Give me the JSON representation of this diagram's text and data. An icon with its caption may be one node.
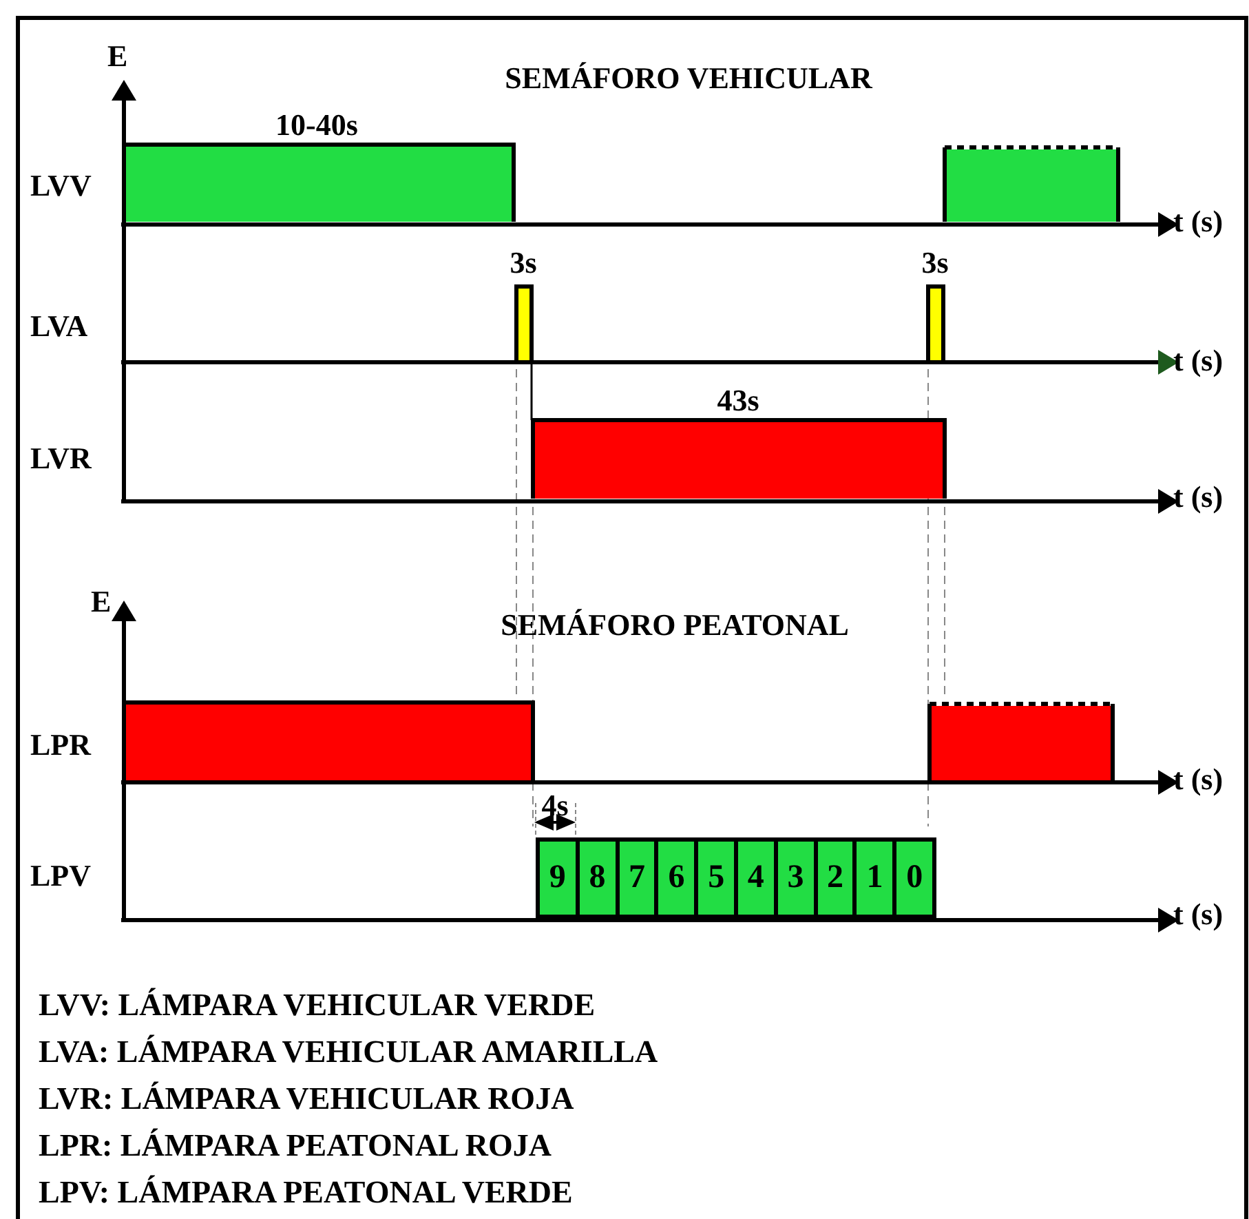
{
  "diagram": {
    "nodes": [
      {
        "text": [
          "9"
        ]
      },
      {
        "text": [
          "8"
        ]
      },
      {
        "text": [
          "7"
        ]
      },
      {
        "text": [
          "6"
        ]
      },
      {
        "text": [
          "5"
        ]
      },
      {
        "text": [
          "4"
        ]
      },
      {
        "text": [
          "3"
        ]
      },
      {
        "text": [
          "2"
        ]
      },
      {
        "text": [
          "1"
        ]
      },
      {
        "text": [
          "0"
        ]
      }
    ],
    "labels": [
      "E",
      "SEMÁFORO VEHICULAR",
      "10-40s",
      "LVV",
      "t (s)",
      "3s",
      "3s",
      "LVA",
      "t (s)",
      "43s",
      "LVR",
      "t (s)",
      "E",
      "SEMÁFORO PEATONAL",
      "LPR",
      "t (s)",
      "4s",
      "LPV",
      "t (s)",
      "LVV: LÁMPARA VEHICULAR VERDE",
      "LVA: LÁMPARA VEHICULAR AMARILLA",
      "LVR: LÁMPARA VEHICULAR ROJA",
      "LPR: LÁMPARA PEATONAL ROJA",
      "LPV: LÁMPARA PEATONAL VERDE"
    ]
  }
}
